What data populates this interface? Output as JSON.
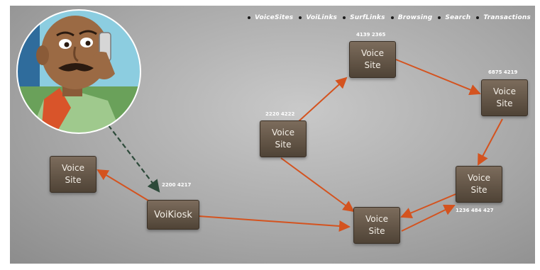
{
  "nav": {
    "items": [
      "VoiceSites",
      "VoiLinks",
      "SurfLinks",
      "Browsing",
      "Search",
      "Transactions"
    ]
  },
  "nodes": {
    "voice_site_left": {
      "line1": "Voice",
      "line2": "Site"
    },
    "voicekiosk": {
      "label": "VoiKiosk"
    },
    "voice_site_center": {
      "line1": "Voice",
      "line2": "Site"
    },
    "voice_site_top": {
      "line1": "Voice",
      "line2": "Site"
    },
    "voice_site_right_top": {
      "line1": "Voice",
      "line2": "Site"
    },
    "voice_site_right_mid": {
      "line1": "Voice",
      "line2": "Site"
    },
    "voice_site_bottom": {
      "line1": "Voice",
      "line2": "Site"
    }
  },
  "numbers": {
    "kiosk": "2200 4217",
    "center": "2220 4222",
    "top": "4139 2365",
    "right_top": "6875 4219",
    "right_mid": "1236 484 427"
  },
  "colors": {
    "link": "#d4531f",
    "dashed_link": "#2d4a3a",
    "node_fill": "#5f5244",
    "nav_text": "#ffffff"
  },
  "icons": {
    "phone_user": "cartoon-man-on-phone-icon"
  }
}
